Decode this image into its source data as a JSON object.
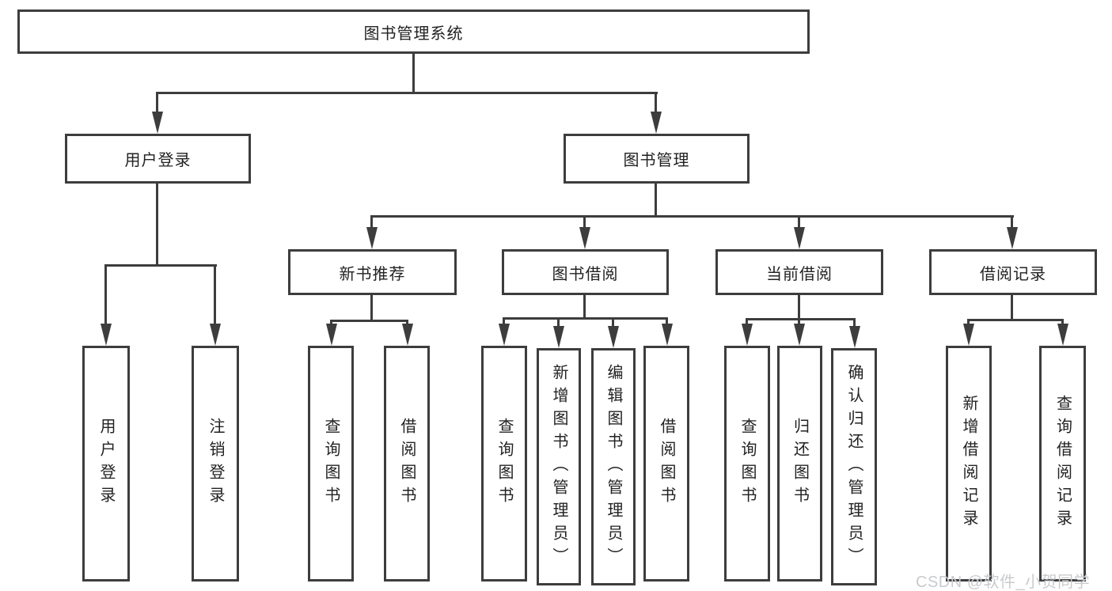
{
  "tree": {
    "label": "图书管理系统",
    "children": [
      {
        "label": "用户登录",
        "children": [
          {
            "label": "用户登录"
          },
          {
            "label": "注销登录"
          }
        ]
      },
      {
        "label": "图书管理",
        "children": [
          {
            "label": "新书推荐",
            "children": [
              {
                "label": "查询图书"
              },
              {
                "label": "借阅图书"
              }
            ]
          },
          {
            "label": "图书借阅",
            "children": [
              {
                "label": "查询图书"
              },
              {
                "label": "新增图书（管理员）"
              },
              {
                "label": "编辑图书（管理员）"
              },
              {
                "label": "借阅图书"
              }
            ]
          },
          {
            "label": "当前借阅",
            "children": [
              {
                "label": "查询图书"
              },
              {
                "label": "归还图书"
              },
              {
                "label": "确认归还（管理员）"
              }
            ]
          },
          {
            "label": "借阅记录",
            "children": [
              {
                "label": "新增借阅记录"
              },
              {
                "label": "查询借阅记录"
              }
            ]
          }
        ]
      }
    ]
  },
  "watermark": "CSDN @软件_小贺同学",
  "colors": {
    "line": "#3d3d3d",
    "text": "#222222",
    "background": "#ffffff",
    "watermark": "#c9cbce"
  }
}
